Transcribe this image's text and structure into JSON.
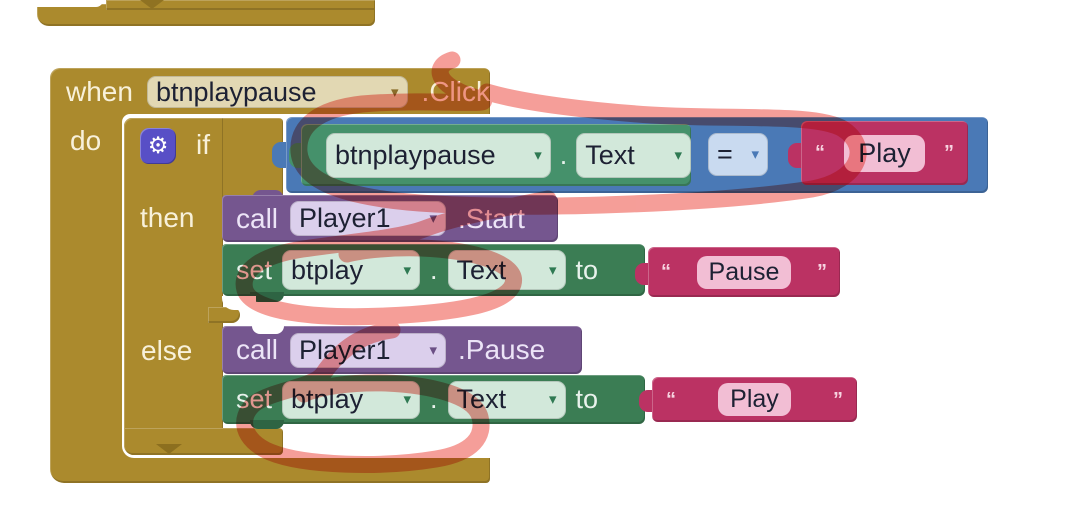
{
  "icons": {
    "gear": "⚙",
    "dropdown_arrow": "▾"
  },
  "colors": {
    "block_gold": "#ab8a2d",
    "block_blue": "#4a79b6",
    "block_getter_green": "#45916b",
    "block_setter_green": "#3b7d54",
    "block_purple": "#75568f",
    "block_magenta": "#bb3263",
    "annotation_red": "#f2837c",
    "canvas_bg": "#ffffff"
  },
  "when_block": {
    "keyword": "when",
    "component": "btnplaypause",
    "event": ".Click",
    "do_label": "do"
  },
  "if_block": {
    "if_label": "if",
    "then_label": "then",
    "else_label": "else"
  },
  "condition": {
    "left": {
      "component": "btnplaypause",
      "separator": ".",
      "property": "Text"
    },
    "operator": "=",
    "right": {
      "open_quote": "“",
      "text": "Play",
      "close_quote": "”"
    }
  },
  "then_branch": {
    "call": {
      "keyword": "call",
      "component": "Player1",
      "method": ".Start"
    },
    "set": {
      "keyword": "set",
      "component": "btplay",
      "separator": ".",
      "property": "Text",
      "to_label": "to",
      "value": {
        "open_quote": "“",
        "text": "Pause",
        "close_quote": "”"
      }
    }
  },
  "else_branch": {
    "call": {
      "keyword": "call",
      "component": "Player1",
      "method": ".Pause"
    },
    "set": {
      "keyword": "set",
      "component": "btplay",
      "separator": ".",
      "property": "Text",
      "to_label": "to",
      "value": {
        "open_quote": "“",
        "text": "Play",
        "close_quote": "”"
      }
    }
  }
}
